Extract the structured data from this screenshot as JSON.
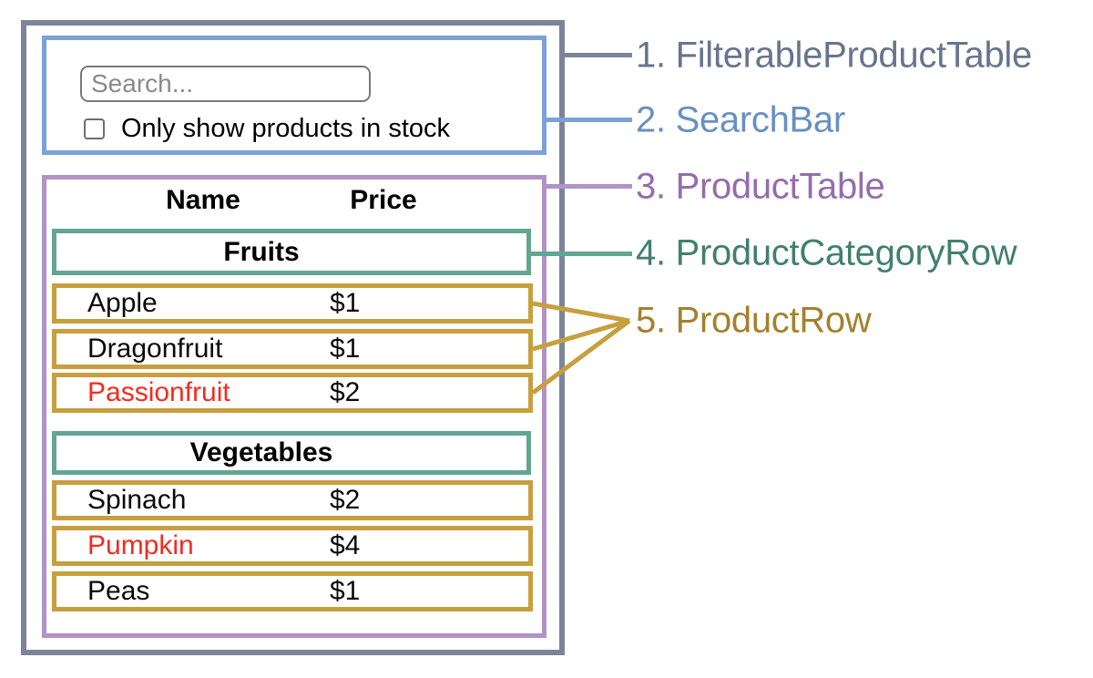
{
  "diagram": {
    "search_bar": {
      "search_placeholder": "Search...",
      "checkbox_label": "Only show products in stock",
      "checkbox_checked": false
    },
    "product_table": {
      "headers": {
        "name": "Name",
        "price": "Price"
      },
      "sections": [
        {
          "category": "Fruits",
          "rows": [
            {
              "name": "Apple",
              "price": "$1",
              "out_of_stock": false
            },
            {
              "name": "Dragonfruit",
              "price": "$1",
              "out_of_stock": false
            },
            {
              "name": "Passionfruit",
              "price": "$2",
              "out_of_stock": true
            }
          ]
        },
        {
          "category": "Vegetables",
          "rows": [
            {
              "name": "Spinach",
              "price": "$2",
              "out_of_stock": false
            },
            {
              "name": "Pumpkin",
              "price": "$4",
              "out_of_stock": true
            },
            {
              "name": "Peas",
              "price": "$1",
              "out_of_stock": false
            }
          ]
        }
      ]
    },
    "legend": [
      {
        "label": "1. FilterableProductTable",
        "color": "#67748e"
      },
      {
        "label": "2. SearchBar",
        "color": "#6690c3"
      },
      {
        "label": "3. ProductTable",
        "color": "#966cac"
      },
      {
        "label": "4. ProductCategoryRow",
        "color": "#41806c"
      },
      {
        "label": "5. ProductRow",
        "color": "#a5802c"
      }
    ],
    "colors": {
      "filterable_product_table_border": "#7c8499",
      "search_bar_border": "#7aa2d8",
      "product_table_border": "#b393c6",
      "product_category_row_border": "#63a593",
      "product_row_border": "#c79f3e",
      "out_of_stock_text": "#f42a1f"
    }
  }
}
